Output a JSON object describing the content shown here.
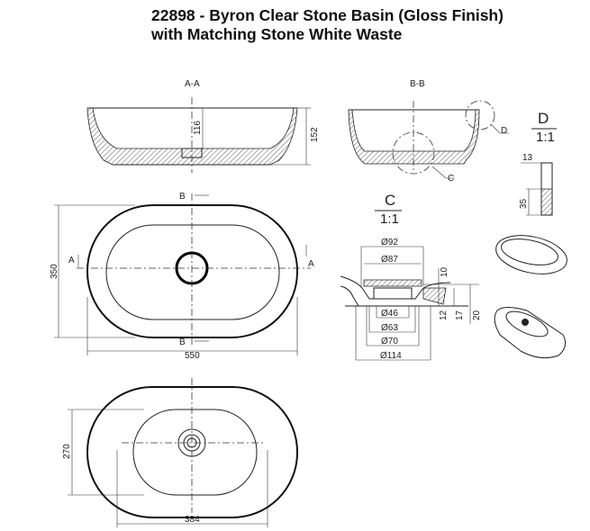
{
  "title": {
    "line1": "22898 - Byron Clear Stone Basin (Gloss Finish)",
    "line2": "with Matching Stone White Waste"
  },
  "section_aa": {
    "label": "A-A",
    "inner_depth": "116",
    "height": "152"
  },
  "section_bb": {
    "label": "B-B",
    "detail_c_marker": "C",
    "detail_d_marker": "D"
  },
  "detail_d": {
    "label": "D",
    "scale": "1:1",
    "dim_top": "13",
    "dim_side": "35"
  },
  "detail_c": {
    "label": "C",
    "scale": "1:1",
    "dims": {
      "d92": "Ø92",
      "d87": "Ø87",
      "h10": "10",
      "d46": "Ø46",
      "d63": "Ø63",
      "d70": "Ø70",
      "d114": "Ø114",
      "h12": "12",
      "h17": "17",
      "h20": "20"
    }
  },
  "top_view": {
    "width": "550",
    "depth": "350",
    "section_b": "B",
    "section_a": "A"
  },
  "bottom_view": {
    "width": "384",
    "depth": "270"
  }
}
